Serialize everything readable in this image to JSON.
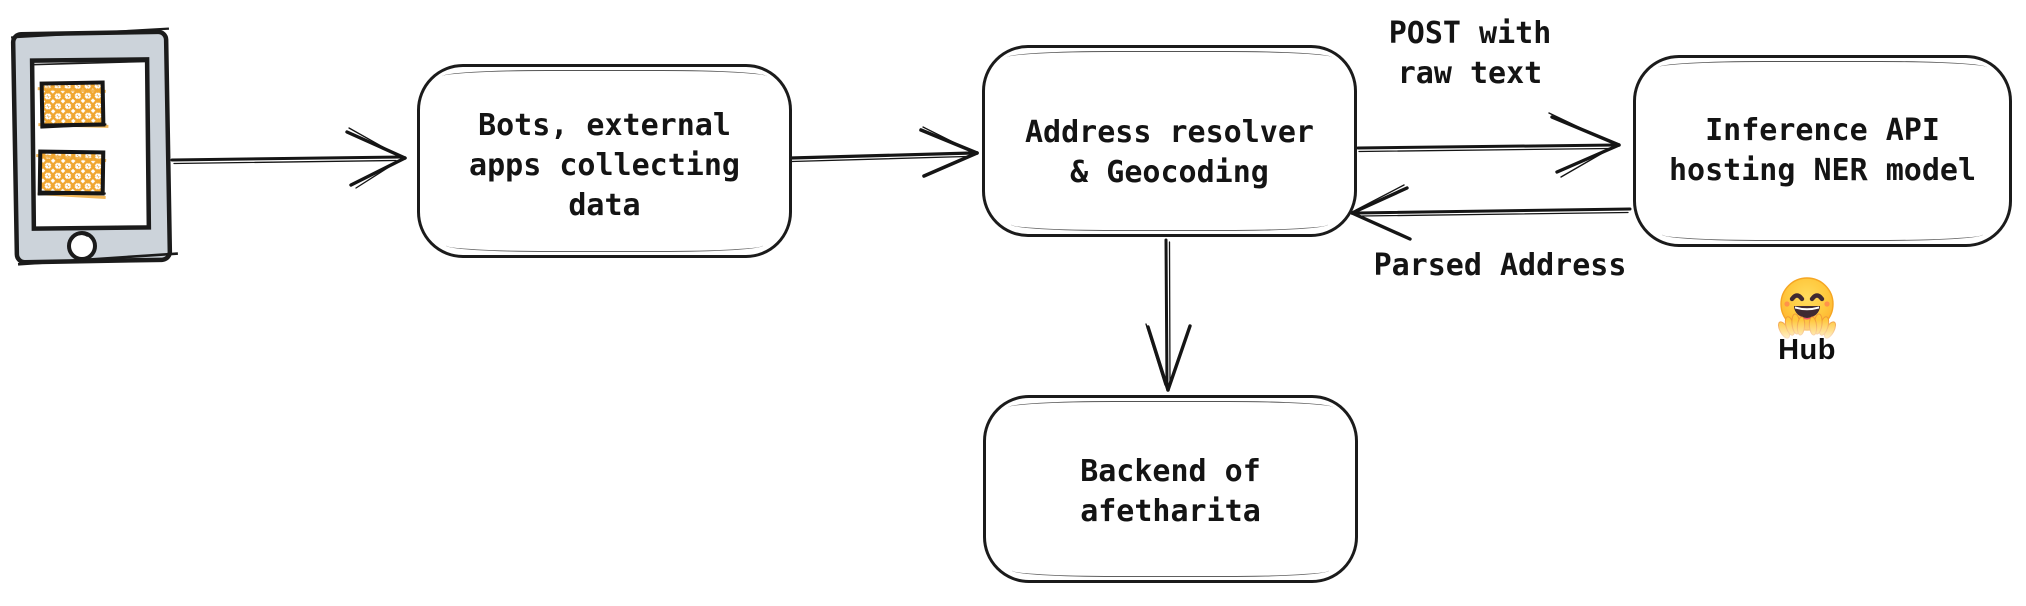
{
  "diagram": {
    "title": "address-resolution-flow",
    "colors": {
      "background": "#ffffff",
      "stroke": "#1b1b1b",
      "text": "#141414",
      "phone_body": "#ccd3da",
      "phone_screen": "#ffffff",
      "phone_content_accent": "#f0a62f",
      "emoji_yellow": "#ffc83d",
      "emoji_rim": "#f5a623"
    },
    "nodes": [
      {
        "id": "bots",
        "label_lines": [
          "Bots, external",
          "apps collecting",
          "data"
        ]
      },
      {
        "id": "resolver",
        "label_lines": [
          "Address resolver",
          "& Geocoding"
        ]
      },
      {
        "id": "inference",
        "label_lines": [
          "Inference API",
          "hosting NER model"
        ]
      },
      {
        "id": "backend",
        "label_lines": [
          "Backend of",
          "afetharita"
        ]
      }
    ],
    "edges": [
      {
        "from": "phone",
        "to": "bots",
        "label": ""
      },
      {
        "from": "bots",
        "to": "resolver",
        "label": ""
      },
      {
        "from": "resolver",
        "to": "inference",
        "label": "POST with raw text"
      },
      {
        "from": "inference",
        "to": "resolver",
        "label": "Parsed Address"
      },
      {
        "from": "resolver",
        "to": "backend",
        "label": ""
      }
    ],
    "edge_labels": {
      "post": {
        "lines": [
          "POST with",
          "raw text"
        ]
      },
      "parsed": {
        "lines": [
          "Parsed Address"
        ]
      }
    },
    "hub": {
      "emoji": "hugging-face",
      "label": "Hub"
    },
    "icons": [
      "mobile-phone-icon",
      "hugging-face-emoji-icon"
    ]
  }
}
